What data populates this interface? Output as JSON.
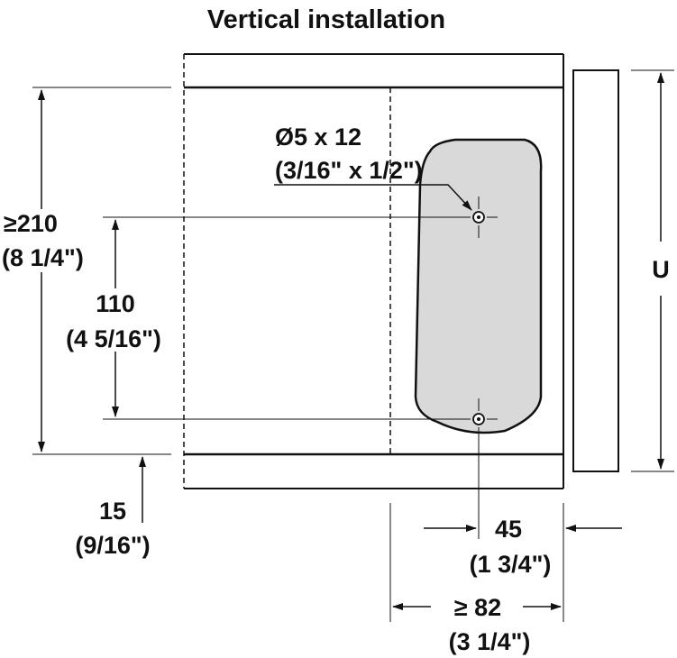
{
  "title": "Vertical installation",
  "colors": {
    "line": "#111111",
    "plate_fill": "#d9d9d9",
    "background": "#ffffff"
  },
  "labels": {
    "hole_size": "Ø5 x 12",
    "hole_size_imperial": "(3/16\" x 1/2\")",
    "min_height": "≥210",
    "min_height_imperial": "(8 1/4\")",
    "hole_spacing": "110",
    "hole_spacing_imperial": "(4 5/16\")",
    "bottom_offset": "15",
    "bottom_offset_imperial": "(9/16\")",
    "hole_to_edge": "45",
    "hole_to_edge_imperial": "(1 3/4\")",
    "min_depth": "≥ 82",
    "min_depth_imperial": "(3 1/4\")",
    "panel_height": "U"
  }
}
